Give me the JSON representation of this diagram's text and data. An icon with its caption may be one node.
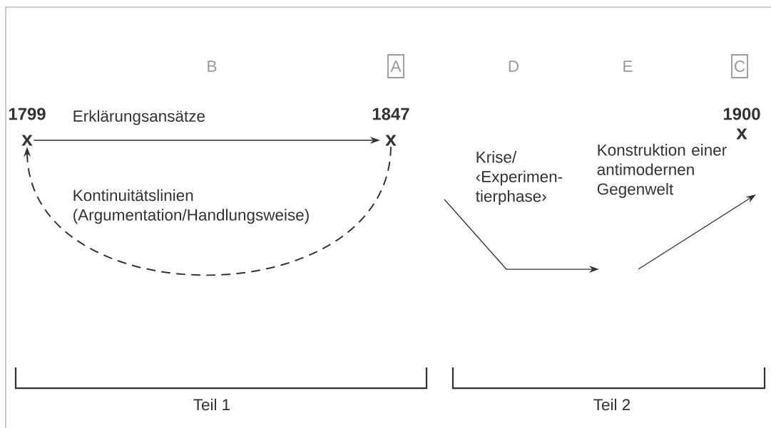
{
  "diagram": {
    "nodes": [
      {
        "text": [
          "x"
        ],
        "beside": [
          "1799"
        ]
      },
      {
        "text": [
          "x"
        ],
        "beside": [
          "1847"
        ]
      },
      {
        "text": [
          "x"
        ],
        "beside": [
          "1900"
        ]
      },
      {
        "text": [
          "A"
        ]
      },
      {
        "text": [
          "C"
        ]
      }
    ],
    "edges": [
      {
        "from": 0,
        "to": 1,
        "arrow": "to",
        "label": "Erklärungsansätze"
      },
      {
        "from": 1,
        "to": 0,
        "arrow": "to",
        "style": "dashed",
        "label": "Kontinuitätslinien (Argumentation/Handlungsweise)"
      }
    ],
    "labels": [
      "B",
      "D",
      "E",
      "Krise/ ‹Experimen- tierphase›",
      "Konstruktion einer antimodernen Gegenwelt",
      "Teil 1",
      "Teil 2"
    ]
  }
}
